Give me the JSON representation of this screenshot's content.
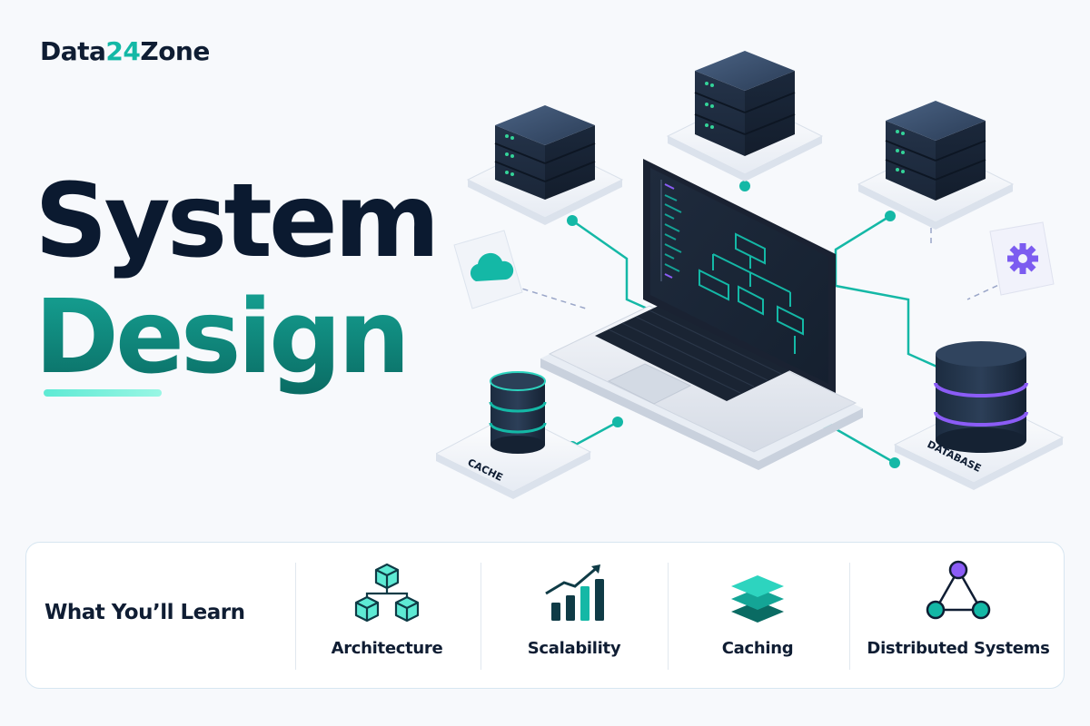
{
  "brand": {
    "prefix": "Data",
    "number": "24",
    "suffix": "Zone"
  },
  "headline": {
    "line1": "System",
    "line2": "Design"
  },
  "diagram": {
    "cache_label": "CACHE",
    "database_label": "DATABASE",
    "icons": [
      "server-rack-icon",
      "laptop-icon",
      "cloud-icon",
      "gear-icon",
      "cache-cylinder-icon",
      "database-cylinder-icon"
    ]
  },
  "learn": {
    "title": "What You’ll Learn",
    "topics": [
      {
        "label": "Architecture",
        "icon": "cubes-hierarchy-icon"
      },
      {
        "label": "Scalability",
        "icon": "growth-bars-icon"
      },
      {
        "label": "Caching",
        "icon": "layers-icon"
      },
      {
        "label": "Distributed Systems",
        "icon": "triangle-network-icon"
      }
    ]
  },
  "colors": {
    "navy": "#0b1a30",
    "teal": "#14b8a6",
    "deep_teal": "#0a6b63",
    "purple": "#8b5cf6"
  }
}
